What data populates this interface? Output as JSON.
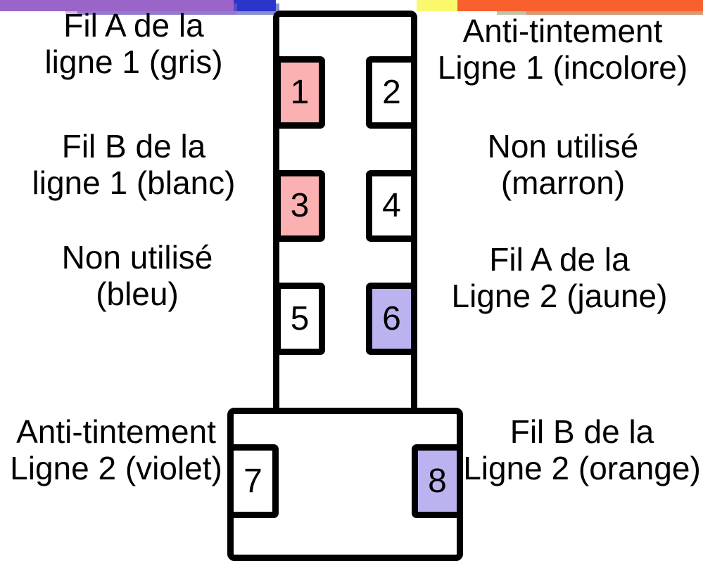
{
  "colors": {
    "outline": "#000000",
    "pin_pink": "#fbb1b1",
    "pin_lavender": "#bbb3f0",
    "pin_white": "#ffffff",
    "background": "#ffffff"
  },
  "wires": [
    {
      "id": "gris",
      "color": "#909090"
    },
    {
      "id": "incolore",
      "color": "#c9c9c9"
    },
    {
      "id": "blanc",
      "color": "#e6e6e6"
    },
    {
      "id": "marron",
      "color": "#2a35cc"
    },
    {
      "id": "bleu",
      "color": "#2a35cc"
    },
    {
      "id": "jaune",
      "color": "#faf96e"
    },
    {
      "id": "violet",
      "color": "#9b64c8"
    },
    {
      "id": "orange",
      "color": "#f8612e"
    }
  ],
  "pins": [
    {
      "number": "1",
      "fill": "#fbb1b1"
    },
    {
      "number": "2",
      "fill": "#ffffff"
    },
    {
      "number": "3",
      "fill": "#fbb1b1"
    },
    {
      "number": "4",
      "fill": "#ffffff"
    },
    {
      "number": "5",
      "fill": "#ffffff"
    },
    {
      "number": "6",
      "fill": "#bbb3f0"
    },
    {
      "number": "7",
      "fill": "#ffffff"
    },
    {
      "number": "8",
      "fill": "#bbb3f0"
    }
  ],
  "labels": [
    {
      "line1": "Fil A de la",
      "line2": "ligne 1 (gris)"
    },
    {
      "line1": "Anti-tintement",
      "line2": "Ligne 1 (incolore)"
    },
    {
      "line1": "Fil B de la",
      "line2": "ligne 1 (blanc)"
    },
    {
      "line1": "Non utilisé",
      "line2": "(marron)"
    },
    {
      "line1": "Non utilisé",
      "line2": "(bleu)"
    },
    {
      "line1": "Fil A de la",
      "line2": "Ligne 2 (jaune)"
    },
    {
      "line1": "Anti-tintement",
      "line2": "Ligne 2 (violet)"
    },
    {
      "line1": "Fil B de la",
      "line2": "Ligne 2 (orange)"
    }
  ]
}
